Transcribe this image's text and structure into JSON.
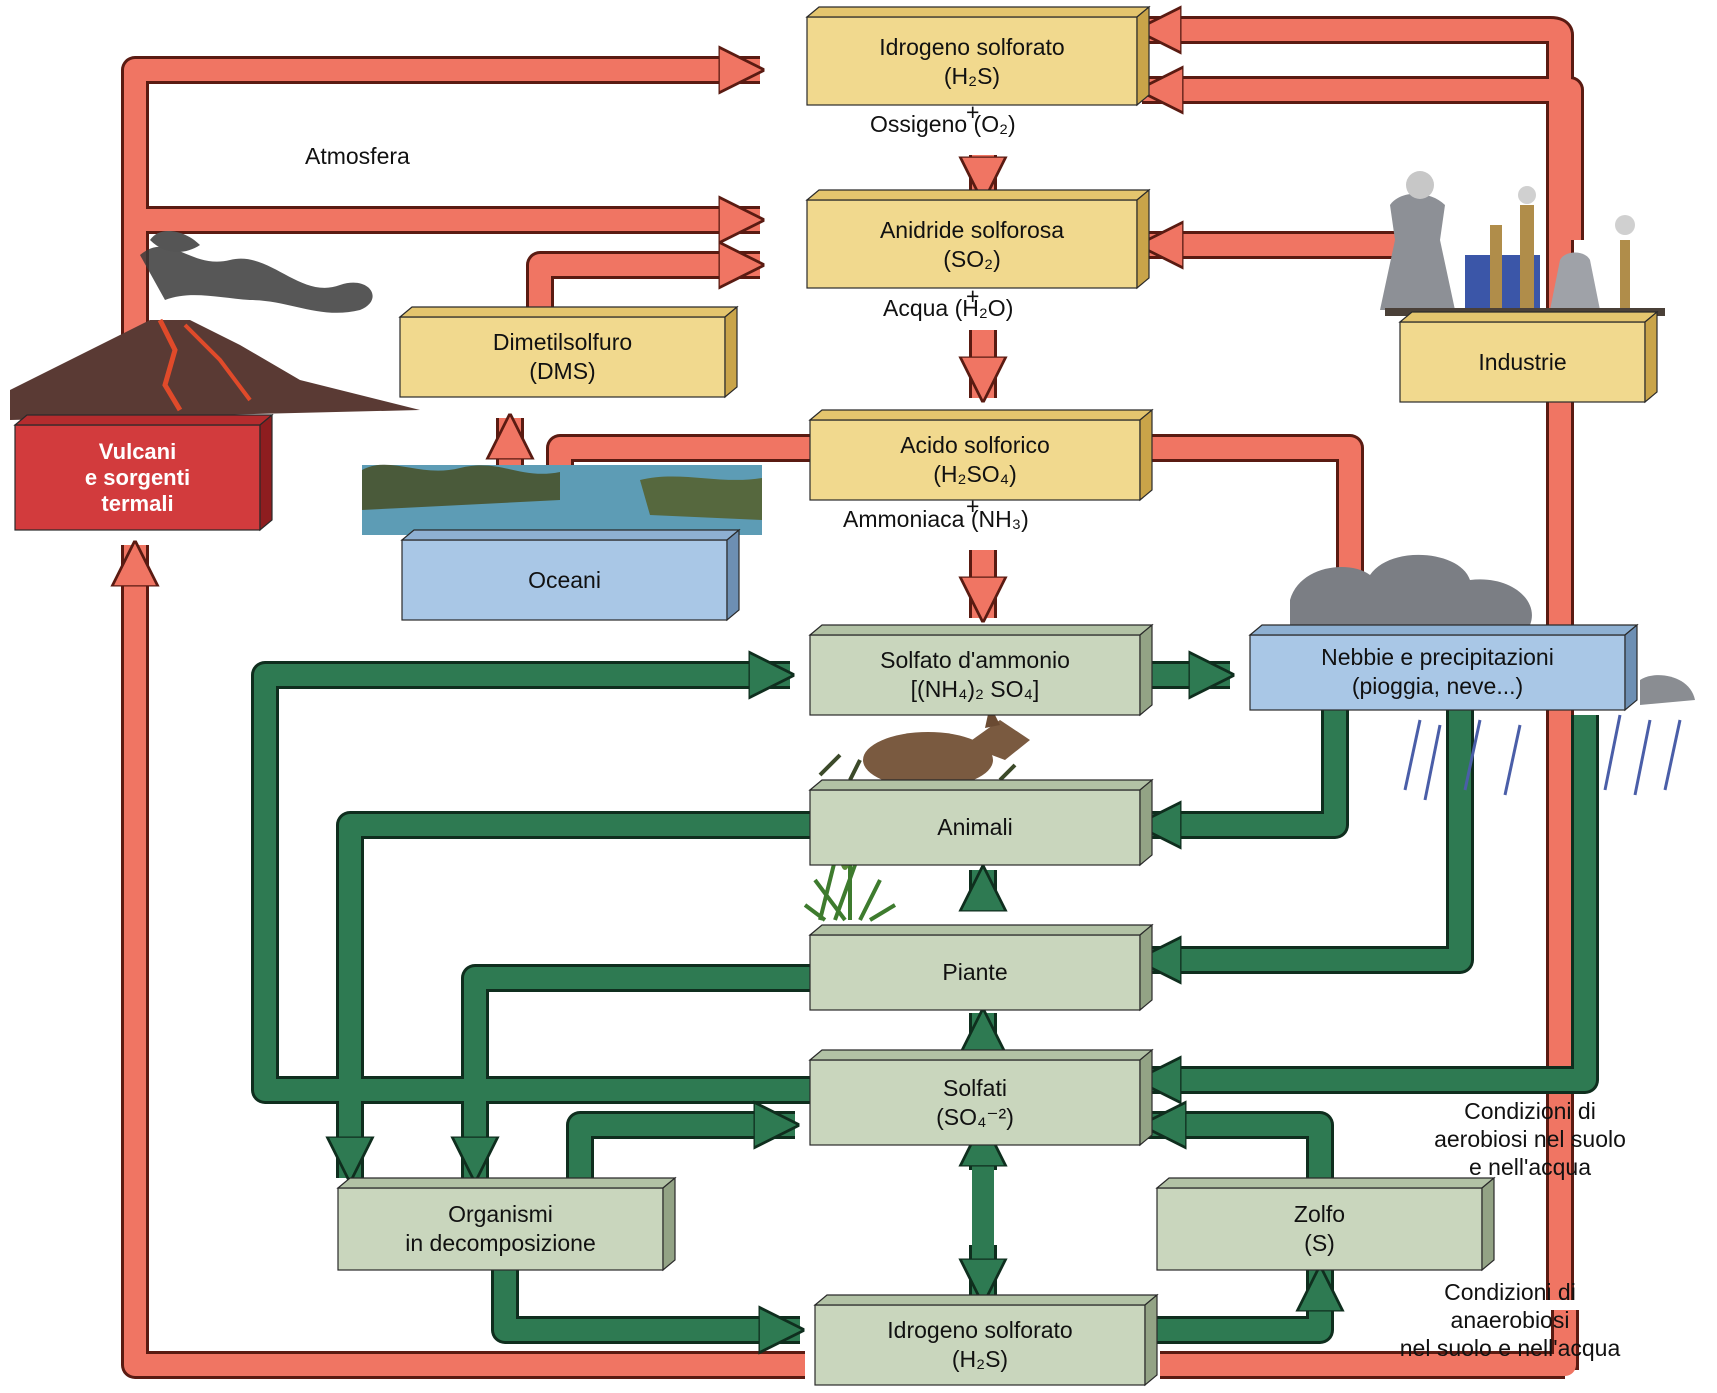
{
  "colors": {
    "atmo_box": "#f1d98e",
    "atmo_side": "#c9a449",
    "ocean_box": "#a9c7e6",
    "ocean_side": "#6d8fb3",
    "soil_box": "#c9d6bd",
    "soil_side": "#93a385",
    "volcano_box": "#d23b3d",
    "volcano_side": "#8e1d1f",
    "red_arrow": "#f07563",
    "green_arrow": "#2e7a52"
  },
  "labels": {
    "atmosfera": "Atmosfera",
    "h2s_top_1": "Idrogeno solforato",
    "h2s_top_2": "(H₂S)",
    "plus": "+",
    "ossigeno": "Ossigeno (O₂)",
    "so2_1": "Anidride solforosa",
    "so2_2": "(SO₂)",
    "acqua": "Acqua (H₂O)",
    "dms_1": "Dimetilsolfuro",
    "dms_2": "(DMS)",
    "industrie": "Industrie",
    "acido_1": "Acido solforico",
    "acido_2": "(H₂SO₄)",
    "ammoniaca": "Ammoniaca (NH₃)",
    "vulcani_1": "Vulcani",
    "vulcani_2": "e sorgenti",
    "vulcani_3": "termali",
    "oceani": "Oceani",
    "solfato_1": "Solfato d'ammonio",
    "solfato_2": "[(NH₄)₂ SO₄]",
    "nebbie_1": "Nebbie e precipitazioni",
    "nebbie_2": "(pioggia, neve...)",
    "animali": "Animali",
    "piante": "Piante",
    "solfati_1": "Solfati",
    "solfati_2": "(SO₄⁻²)",
    "organismi_1": "Organismi",
    "organismi_2": "in decomposizione",
    "zolfo_1": "Zolfo",
    "zolfo_2": "(S)",
    "h2s_bottom_1": "Idrogeno solforato",
    "h2s_bottom_2": "(H₂S)",
    "aerobiosi_1": "Condizioni di",
    "aerobiosi_2": "aerobiosi nel suolo",
    "aerobiosi_3": "e nell'acqua",
    "anaerobiosi_1": "Condizioni di",
    "anaerobiosi_2": "anaerobiosi",
    "anaerobiosi_3": "nel suolo e nell'acqua"
  }
}
